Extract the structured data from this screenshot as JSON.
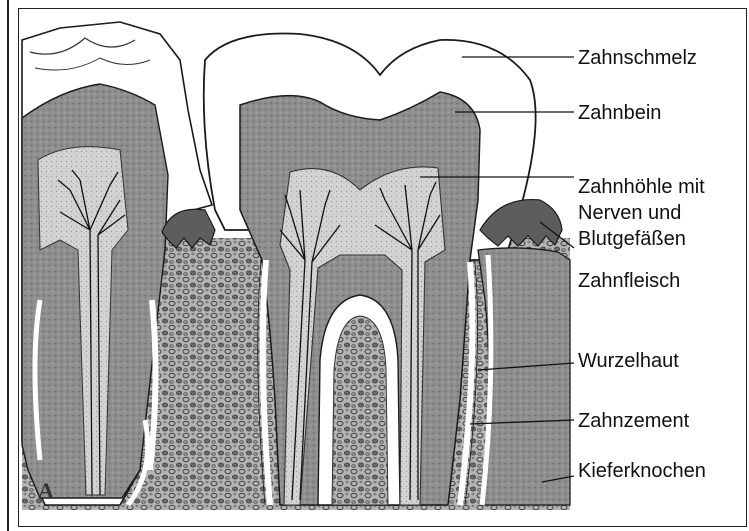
{
  "figure": {
    "panel_letter": "A",
    "labels": {
      "enamel": "Zahnschmelz",
      "dentin": "Zahnbein",
      "pulp_line1": "Zahnhöhle mit",
      "pulp_line2": "Nerven und",
      "pulp_line3": "Blutgefäßen",
      "gum": "Zahnfleisch",
      "periodontium": "Wurzelhaut",
      "cementum": "Zahnzement",
      "jawbone": "Kieferknochen"
    },
    "colors": {
      "dentin": "#8f8f8f",
      "enamel": "#ffffff",
      "bone": "#9a9a9a",
      "gum": "#5d5d5d",
      "line": "#1a1a1a"
    }
  }
}
